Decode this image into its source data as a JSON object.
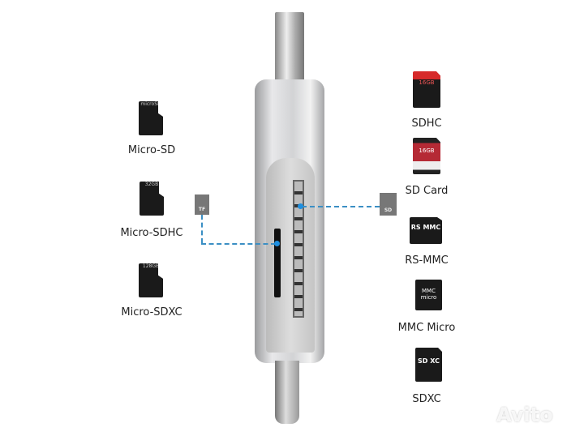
{
  "left_cards": [
    {
      "label": "Micro-SD",
      "printed": "microSD"
    },
    {
      "label": "Micro-SDHC",
      "printed": "32GB"
    },
    {
      "label": "Micro-SDXC",
      "printed": "128GB"
    }
  ],
  "right_cards": [
    {
      "label": "SDHC",
      "printed": "16GB"
    },
    {
      "label": "SD Card",
      "printed": "16GB"
    },
    {
      "label": "RS-MMC",
      "printed": "RS MMC"
    },
    {
      "label": "MMC Micro",
      "printed": "MMC micro"
    },
    {
      "label": "SDXC",
      "printed": "SD XC"
    }
  ],
  "slot_icons": {
    "tf": "TF",
    "sd": "SD"
  },
  "watermark": "Avito",
  "colors": {
    "connector_line": "#3b8fc4",
    "dot": "#1e8fe0",
    "body": "#c9cacc"
  }
}
